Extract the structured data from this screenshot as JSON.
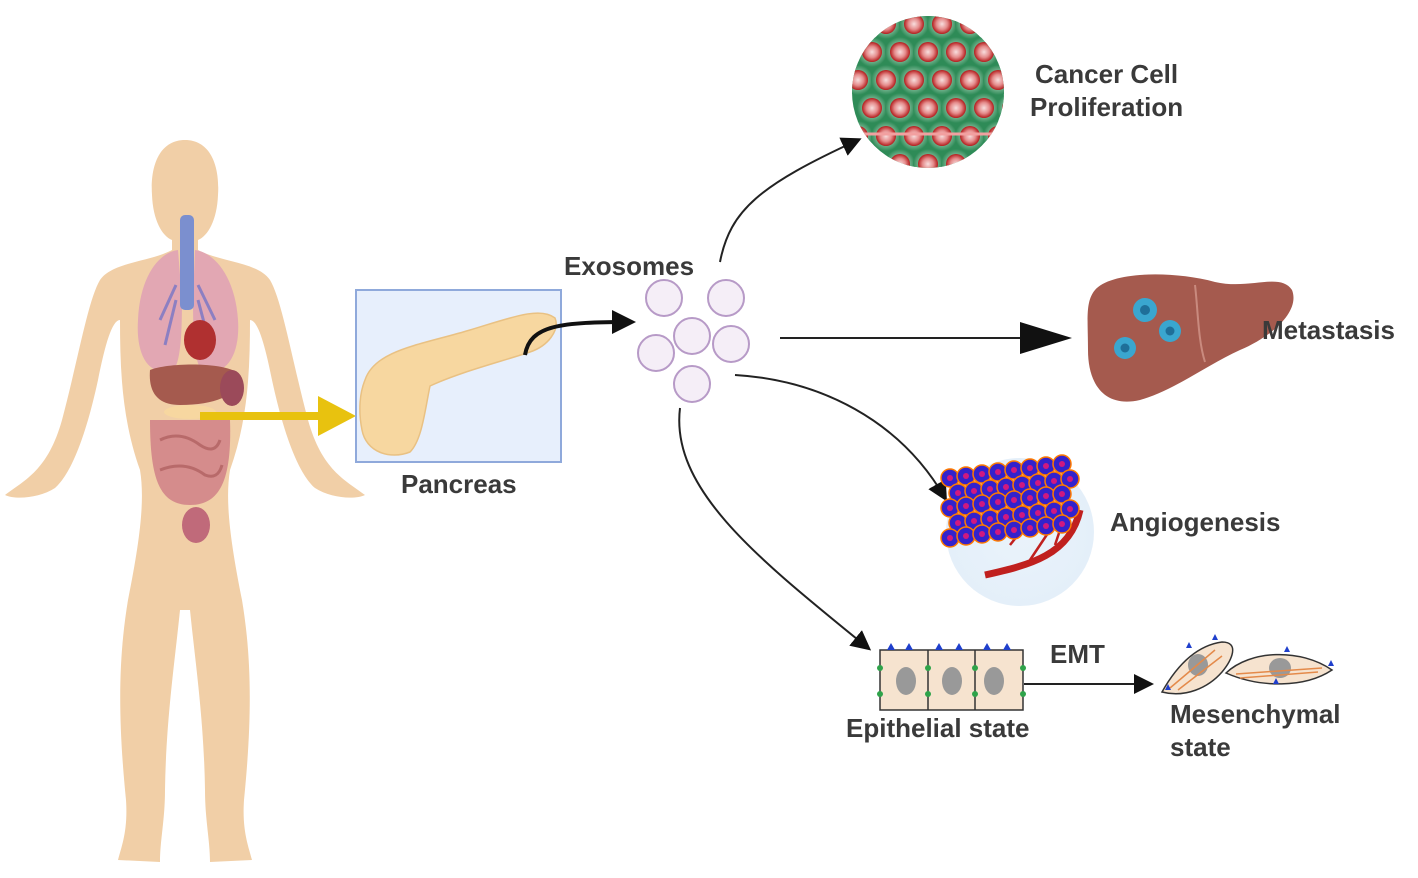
{
  "labels": {
    "pancreas": "Pancreas",
    "exosomes": "Exosomes",
    "proliferation": "Cancer Cell\nProliferation",
    "metastasis": "Metastasis",
    "angiogenesis": "Angiogenesis",
    "epithelial": "Epithelial state",
    "emt": "EMT",
    "mesenchymal": "Mesenchymal\nstate"
  },
  "colors": {
    "skin": "#f1cfa7",
    "lung": "#e2a7b3",
    "bronchi": "#8c7fc2",
    "organ_gut": "#d58c8c",
    "liver": "#a55a4e",
    "pancreas": "#f7d7a0",
    "pancreas_box_fill": "#e7effc",
    "pancreas_box_stroke": "#8fa9db",
    "exosome_fill": "#f5eef7",
    "exosome_stroke": "#b79ac7",
    "yellow_arrow": "#e8c20f",
    "tumor_cell": "#3322cc",
    "tumor_rim": "#ff7a00",
    "vessel": "#c0201e",
    "proliferation_bg": "#2e8b57",
    "proliferation_cell": "#cc2020",
    "metastasis_spot": "#3aa6cf",
    "text": "#3a3a3a"
  },
  "icons": [
    "human-body-icon",
    "pancreas-icon",
    "exosome-cluster-icon",
    "cancer-cells-icon",
    "liver-icon",
    "tumor-vasculature-icon",
    "epithelial-cells-icon",
    "mesenchymal-cells-icon"
  ]
}
